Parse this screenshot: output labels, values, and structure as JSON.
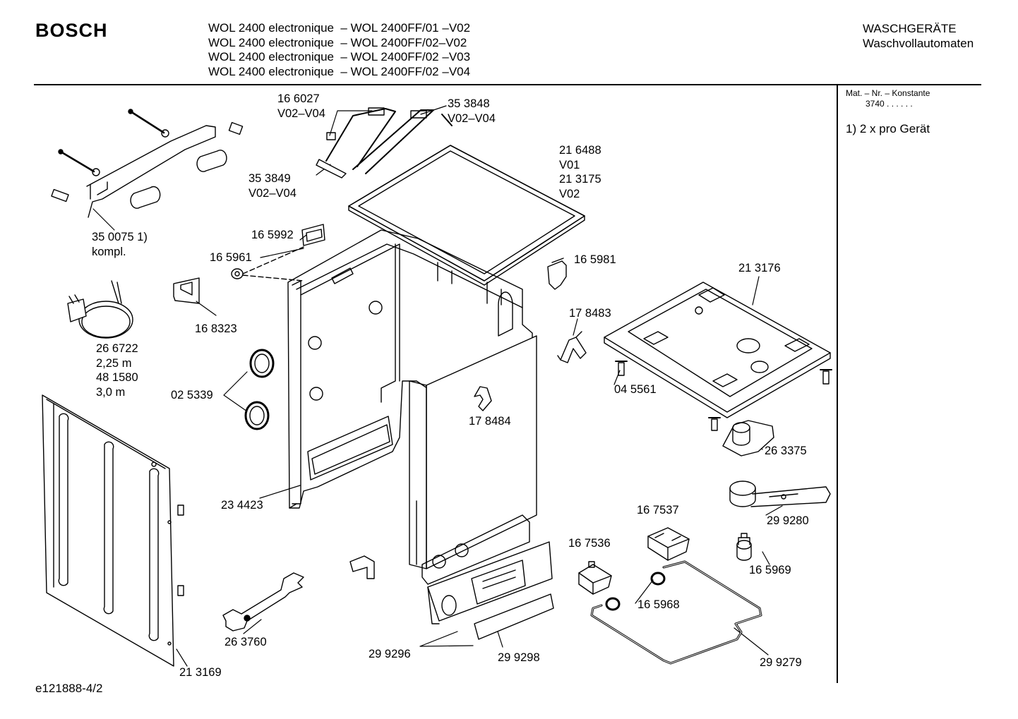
{
  "header": {
    "brand": "BOSCH",
    "models": [
      "WOL 2400 electronique  – WOL 2400FF/01 –V02",
      "WOL 2400 electronique  – WOL 2400FF/02–V02",
      "WOL 2400 electronique  – WOL 2400FF/02 –V03",
      "WOL 2400 electronique  – WOL 2400FF/02 –V04"
    ],
    "category_1": "WASCHGERÄTE",
    "category_2": "Waschvollautomaten"
  },
  "sidebar": {
    "constant_label": "Mat. – Nr. – Konstante",
    "constant_value": "3740  .   .    .   .   .   .",
    "note": "1)  2 x pro Gerät"
  },
  "footer": {
    "drawing_id": "e121888-4/2"
  },
  "parts": {
    "p166027": [
      "16 6027",
      "V02–V04"
    ],
    "p353848": [
      "35 3848",
      "V02–V04"
    ],
    "p353849": [
      "35 3849",
      "V02–V04"
    ],
    "p216488": [
      "21 6488",
      "V01",
      "21 3175",
      "V02"
    ],
    "p350075": [
      "35 0075 1)",
      "kompl."
    ],
    "p165992": "16 5992",
    "p165961": "16 5961",
    "p165981": "16 5981",
    "p213176": "21 3176",
    "p168323": "16 8323",
    "p178483": "17 8483",
    "p266722": [
      "26 6722",
      "2,25 m",
      "48 1580",
      "3,0 m"
    ],
    "p025339": "02 5339",
    "p045561": "04 5561",
    "p178484": "17 8484",
    "p263375": "26 3375",
    "p234423": "23 4423",
    "p167537": "16 7537",
    "p299280": "29 9280",
    "p167536": "16 7536",
    "p165969": "16 5969",
    "p165968": "16 5968",
    "p263760": "26 3760",
    "p299296": "29 9296",
    "p299298": "29 9298",
    "p299279": "29 9279",
    "p213169": "21 3169"
  }
}
